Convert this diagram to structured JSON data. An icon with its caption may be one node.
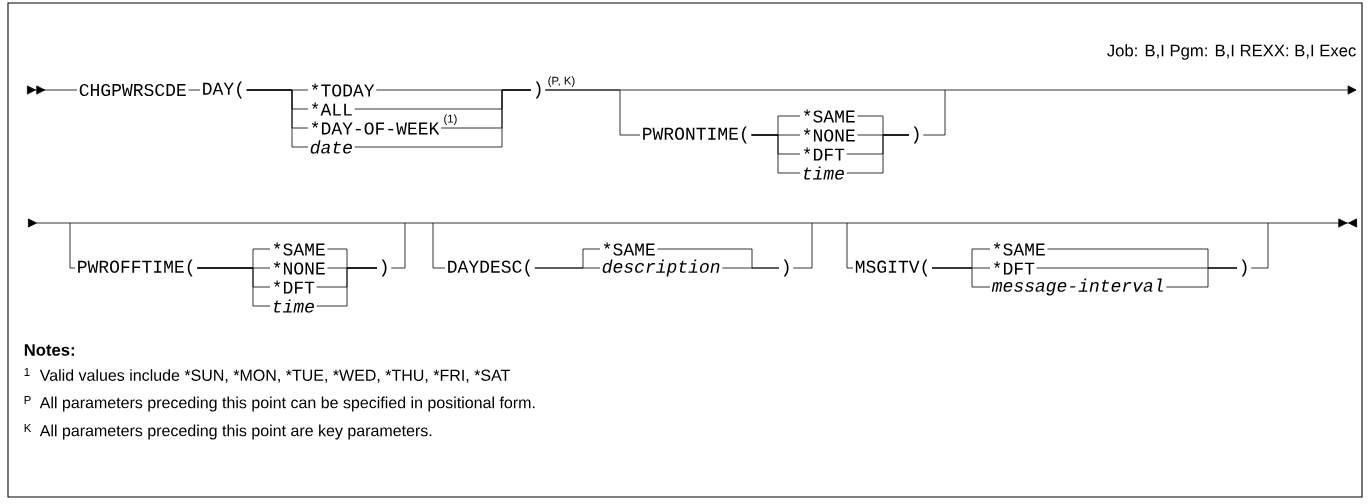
{
  "diagram": {
    "nodes": [
      {
        "text": [
          "CHGPWRSCDE"
        ]
      },
      {
        "text": [
          "DAY("
        ]
      },
      {
        "text": [
          "*TODAY"
        ]
      },
      {
        "text": [
          "*ALL"
        ]
      },
      {
        "text": [
          "*DAY-OF-WEEK"
        ],
        "beside": [
          "(1)"
        ]
      },
      {
        "text": [
          "date"
        ]
      },
      {
        "text": [
          ")"
        ],
        "beside": [
          "(P, K)"
        ]
      },
      {
        "text": [
          "PWRONTIME("
        ]
      },
      {
        "text": [
          "*SAME"
        ]
      },
      {
        "text": [
          "*NONE"
        ]
      },
      {
        "text": [
          "*DFT"
        ]
      },
      {
        "text": [
          "time"
        ]
      },
      {
        "text": [
          ")"
        ]
      },
      {
        "text": [
          "PWROFFTIME("
        ]
      },
      {
        "text": [
          "*SAME"
        ]
      },
      {
        "text": [
          "*NONE"
        ]
      },
      {
        "text": [
          "*DFT"
        ]
      },
      {
        "text": [
          "time"
        ]
      },
      {
        "text": [
          ")"
        ]
      },
      {
        "text": [
          "DAYDESC("
        ]
      },
      {
        "text": [
          "*SAME"
        ]
      },
      {
        "text": [
          "description"
        ]
      },
      {
        "text": [
          ")"
        ]
      },
      {
        "text": [
          "MSGITV("
        ]
      },
      {
        "text": [
          "*SAME"
        ]
      },
      {
        "text": [
          "*DFT"
        ]
      },
      {
        "text": [
          "message-interval"
        ]
      },
      {
        "text": [
          ")"
        ]
      }
    ],
    "edges": [
      {
        "from": null,
        "to": 0,
        "arrow": "to"
      },
      {
        "from": 0,
        "to": 1,
        "arrow": "none"
      },
      {
        "from": 1,
        "to": 2,
        "arrow": "none"
      },
      {
        "from": 1,
        "to": 3,
        "arrow": "none"
      },
      {
        "from": 1,
        "to": 4,
        "arrow": "none"
      },
      {
        "from": 1,
        "to": 5,
        "arrow": "none"
      },
      {
        "from": 2,
        "to": 6,
        "arrow": "none"
      },
      {
        "from": 3,
        "to": 6,
        "arrow": "none"
      },
      {
        "from": 4,
        "to": 6,
        "arrow": "none"
      },
      {
        "from": 5,
        "to": 6,
        "arrow": "none"
      },
      {
        "from": 6,
        "to": null,
        "arrow": "to"
      },
      {
        "from": 6,
        "to": 7,
        "arrow": "none"
      },
      {
        "from": 7,
        "to": 8,
        "arrow": "none"
      },
      {
        "from": 7,
        "to": 9,
        "arrow": "none"
      },
      {
        "from": 7,
        "to": 10,
        "arrow": "none"
      },
      {
        "from": 7,
        "to": 11,
        "arrow": "none"
      },
      {
        "from": 8,
        "to": 12,
        "arrow": "none"
      },
      {
        "from": 9,
        "to": 12,
        "arrow": "none"
      },
      {
        "from": 10,
        "to": 12,
        "arrow": "none"
      },
      {
        "from": 11,
        "to": 12,
        "arrow": "none"
      },
      {
        "from": 12,
        "to": null,
        "arrow": "none"
      },
      {
        "from": null,
        "to": 13,
        "arrow": "to"
      },
      {
        "from": 13,
        "to": 14,
        "arrow": "none"
      },
      {
        "from": 13,
        "to": 15,
        "arrow": "none"
      },
      {
        "from": 13,
        "to": 16,
        "arrow": "none"
      },
      {
        "from": 13,
        "to": 17,
        "arrow": "none"
      },
      {
        "from": 14,
        "to": 18,
        "arrow": "none"
      },
      {
        "from": 15,
        "to": 18,
        "arrow": "none"
      },
      {
        "from": 16,
        "to": 18,
        "arrow": "none"
      },
      {
        "from": 17,
        "to": 18,
        "arrow": "none"
      },
      {
        "from": 18,
        "to": 19,
        "arrow": "none"
      },
      {
        "from": 19,
        "to": 20,
        "arrow": "none"
      },
      {
        "from": 19,
        "to": 21,
        "arrow": "none"
      },
      {
        "from": 20,
        "to": 22,
        "arrow": "none"
      },
      {
        "from": 21,
        "to": 22,
        "arrow": "none"
      },
      {
        "from": 22,
        "to": 23,
        "arrow": "none"
      },
      {
        "from": 23,
        "to": 24,
        "arrow": "none"
      },
      {
        "from": 23,
        "to": 25,
        "arrow": "none"
      },
      {
        "from": 23,
        "to": 26,
        "arrow": "none"
      },
      {
        "from": 24,
        "to": 27,
        "arrow": "none"
      },
      {
        "from": 25,
        "to": 27,
        "arrow": "none"
      },
      {
        "from": 26,
        "to": 27,
        "arrow": "none"
      },
      {
        "from": 27,
        "to": null,
        "arrow": "to"
      }
    ],
    "labels": [
      "Job: B,I Pgm: B,I REXX: B,I Exec",
      "Notes:",
      "1",
      "Valid values include *SUN, *MON, *TUE, *WED, *THU, *FRI, *SAT",
      "P",
      "All parameters preceding this point can be specified in positional form.",
      "K",
      "All parameters preceding this point are key parameters."
    ]
  }
}
